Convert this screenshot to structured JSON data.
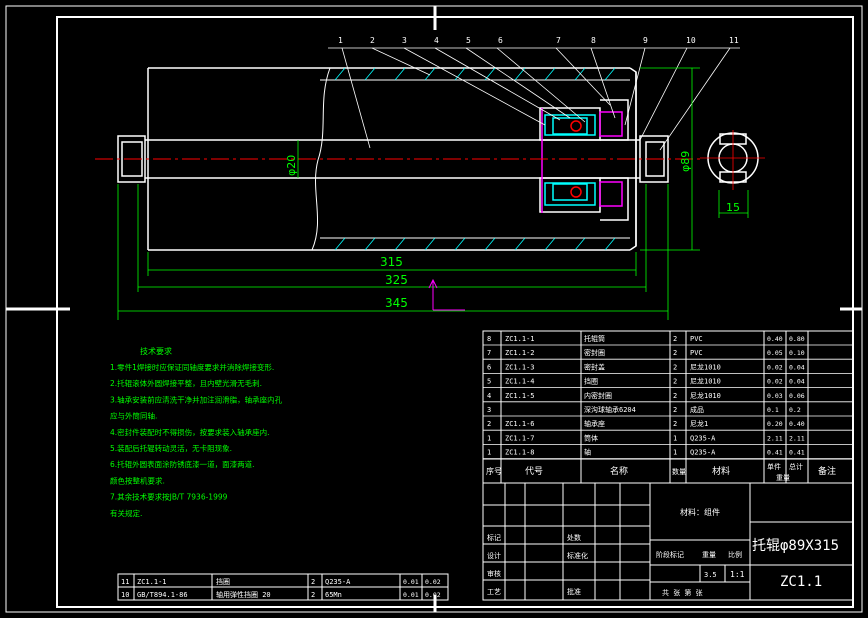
{
  "balloons": [
    "1",
    "2",
    "3",
    "4",
    "5",
    "6",
    "7",
    "8",
    "9",
    "10",
    "11"
  ],
  "dimensions": {
    "d315": "315",
    "d325": "325",
    "d345": "345",
    "d15": "15",
    "dia20": "φ20",
    "dia89": "φ89"
  },
  "notes": {
    "heading": "技术要求",
    "lines": [
      "1.零件1焊接时应保证同轴度要求并消除焊接变形.",
      "2.托辊滚体外圆焊接平整，且内壁光滑无毛刺.",
      "3.轴承安装前应清洗干净并加注润滑脂，轴承座内孔",
      "  应与外筒同轴.",
      "4.密封件装配时不得损伤，按要求装入轴承座内.",
      "5.装配后托辊转动灵活，无卡阻现象.",
      "6.托辊外圆表面涂防锈底漆一道，面漆两道.",
      "  颜色按整机要求.",
      "7.其余技术要求按JB/T 7936-1999",
      "  有关规定."
    ]
  },
  "bom": {
    "rows": [
      {
        "no": "8",
        "code": "ZC1.1-1",
        "name": "托辊筒",
        "qty": "2",
        "mat": "PVC",
        "w1": "0.40",
        "w2": "0.80"
      },
      {
        "no": "7",
        "code": "ZC1.1-2",
        "name": "密封圈",
        "qty": "2",
        "mat": "PVC",
        "w1": "0.05",
        "w2": "0.10"
      },
      {
        "no": "6",
        "code": "ZC1.1-3",
        "name": "密封盖",
        "qty": "2",
        "mat": "尼龙1010",
        "w1": "0.02",
        "w2": "0.04"
      },
      {
        "no": "5",
        "code": "ZC1.1-4",
        "name": "挡圈",
        "qty": "2",
        "mat": "尼龙1010",
        "w1": "0.02",
        "w2": "0.04"
      },
      {
        "no": "4",
        "code": "ZC1.1-5",
        "name": "内密封圈",
        "qty": "2",
        "mat": "尼龙1010",
        "w1": "0.03",
        "w2": "0.06"
      },
      {
        "no": "3",
        "code": "",
        "name": "深沟球轴承6204",
        "qty": "2",
        "mat": "成品",
        "w1": "0.1",
        "w2": "0.2"
      },
      {
        "no": "2",
        "code": "ZC1.1-6",
        "name": "轴承座",
        "qty": "2",
        "mat": "尼龙1",
        "w1": "0.20",
        "w2": "0.40"
      },
      {
        "no": "1",
        "code": "ZC1.1-7",
        "name": "筒体",
        "qty": "1",
        "mat": "Q235-A",
        "w1": "2.11",
        "w2": "2.11"
      }
    ],
    "last": {
      "no": "1",
      "code": "ZC1.1-8",
      "name": "轴",
      "qty": "1",
      "mat": "Q235-A",
      "w1": "0.41",
      "w2": "0.41"
    },
    "header": {
      "no": "序号",
      "code": "代号",
      "name": "名称",
      "qty": "数量",
      "mat": "材料",
      "w1": "单件",
      "w2": "总计",
      "wt": "重量",
      "remark": "备注"
    }
  },
  "bottom_bom": [
    {
      "no": "11",
      "code": "ZC1.1-1",
      "name": "挡圈",
      "qty": "2",
      "mat": "Q235-A",
      "w1": "0.01",
      "w2": "0.02"
    },
    {
      "no": "10",
      "code": "GB/T894.1-86",
      "name": "轴用弹性挡圈 20",
      "qty": "2",
      "mat": "65Mn",
      "w1": "0.01",
      "w2": "0.02"
    }
  ],
  "title_block": {
    "material_label": "材料：组件",
    "title": "托辊φ89X315",
    "drawing_no": "ZC1.1",
    "stage_label": "阶段标记",
    "weight_label": "重量",
    "scale_label": "比例",
    "weight": "3.5",
    "scale": "1:1",
    "sheet": "共 张 第 张",
    "rows_left": [
      "标记",
      "设计",
      "审核",
      "工艺"
    ],
    "rows_mid": [
      "处数",
      "标准化",
      "",
      "批准"
    ]
  }
}
